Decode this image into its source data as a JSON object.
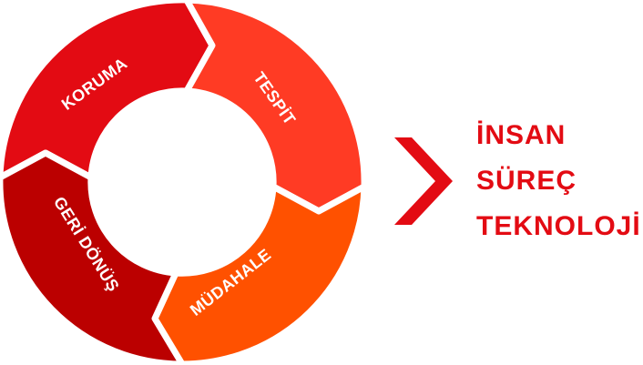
{
  "cycle": {
    "segments": [
      {
        "label": "KORUMA",
        "color": "#e30b13"
      },
      {
        "label": "TESPİT",
        "color": "#ff3b24"
      },
      {
        "label": "MÜDAHALE",
        "color": "#ff5100"
      },
      {
        "label": "GERİ DÖNÜŞ",
        "color": "#bb0000"
      }
    ]
  },
  "arrow_icon": "chevron-right",
  "pillars": [
    "İNSAN",
    "SÜREÇ",
    "TEKNOLOJİ"
  ],
  "accent": "#e30b13"
}
